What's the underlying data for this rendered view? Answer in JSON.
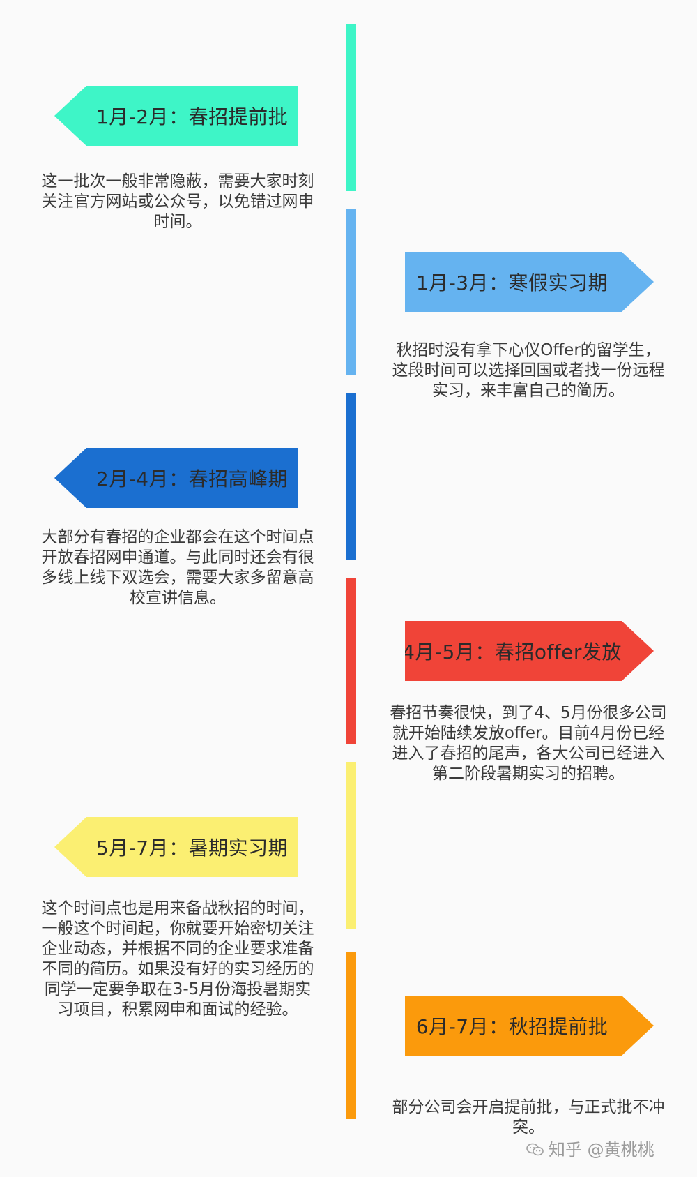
{
  "timeline": {
    "segments": [
      {
        "color": "#3ef5c7"
      },
      {
        "color": "#65b3f0"
      },
      {
        "color": "#1b6fd0"
      },
      {
        "color": "#f04438"
      },
      {
        "color": "#fbef72"
      },
      {
        "color": "#fb9a0c"
      }
    ]
  },
  "stages": [
    {
      "side": "left",
      "color": "#3ef5c7",
      "title": "1月-2月：春招提前批",
      "desc": "这一批次一般非常隐蔽，需要大家时刻\n关注官方网站或公众号，以免错过网申\n时间。"
    },
    {
      "side": "right",
      "color": "#65b3f0",
      "title": "1月-3月：寒假实习期",
      "desc": "秋招时没有拿下心仪Offer的留学生，\n这段时间可以选择回国或者找一份远程\n实习，来丰富自己的简历。"
    },
    {
      "side": "left",
      "color": "#1b6fd0",
      "title": "2月-4月：春招高峰期",
      "desc": "大部分有春招的企业都会在这个时间点\n开放春招网申通道。与此同时还会有很\n多线上线下双选会，需要大家多留意高\n校宣讲信息。"
    },
    {
      "side": "right",
      "color": "#f04438",
      "title": "4月-5月：春招offer发放",
      "desc": "春招节奏很快，到了4、5月份很多公司\n就开始陆续发放offer。目前4月份已经\n进入了春招的尾声，各大公司已经进入\n第二阶段暑期实习的招聘。"
    },
    {
      "side": "left",
      "color": "#fbef72",
      "title": "5月-7月：暑期实习期",
      "desc": "这个时间点也是用来备战秋招的时间，\n一般这个时间起，你就要开始密切关注\n企业动态，并根据不同的企业要求准备\n不同的简历。如果没有好的实习经历的\n同学一定要争取在3-5月份海投暑期实\n习项目，积累网申和面试的经验。"
    },
    {
      "side": "right",
      "color": "#fb9a0c",
      "title": "6月-7月：秋招提前批",
      "desc": "部分公司会开启提前批，与正式批不冲\n突。"
    }
  ],
  "watermark": {
    "icon": "wechat-icon",
    "text": "知乎 @黄桃桃"
  }
}
